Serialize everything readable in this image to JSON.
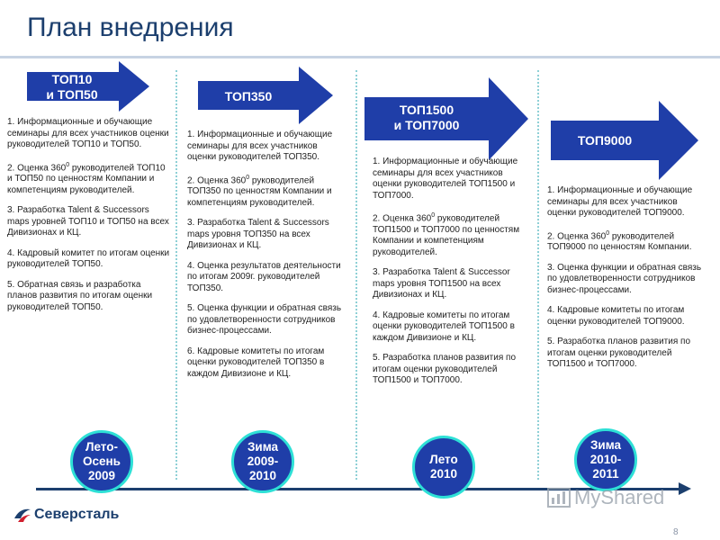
{
  "title": "План внедрения",
  "arrows": [
    "ТОП10\nи ТОП50",
    "ТОП350",
    "ТОП1500\nи ТОП7000",
    "ТОП9000"
  ],
  "columns": [
    [
      [
        "1. Информационные и обучающие семинары для всех участников оценки руководителей ТОП10 и ТОП50."
      ],
      [
        "2. Оценка 360",
        "0",
        " руководителей ТОП10 и ТОП50 по ценностям Компании и компетенциям руководителей."
      ],
      [
        "3. Разработка Talent & Successors maps уровней ТОП10 и ТОП50 на всех Дивизионах и КЦ."
      ],
      [
        "4. Кадровый комитет по итогам оценки руководителей ТОП50."
      ],
      [
        "5. Обратная связь и разработка планов развития по итогам оценки руководителей ТОП50."
      ]
    ],
    [
      [
        "1. Информационные и обучающие семинары для всех участников оценки руководителей ТОП350."
      ],
      [
        "2. Оценка 360",
        "0",
        " руководителей ТОП350 по ценностям Компании и компетенциям руководителей."
      ],
      [
        "3. Разработка Talent & Successors maps уровня ТОП350 на всех Дивизионах и КЦ."
      ],
      [
        "4. Оценка результатов деятельности по итогам 2009г. руководителей ТОП350."
      ],
      [
        "5. Оценка функции и обратная связь по удовлетворенности сотрудников бизнес-процессами."
      ],
      [
        "6. Кадровые комитеты по итогам оценки руководителей ТОП350 в каждом Дивизионе и КЦ."
      ]
    ],
    [
      [
        "1. Информационные и обучающие семинары для всех участников оценки руководителей ТОП1500 и ТОП7000."
      ],
      [
        "2. Оценка 360",
        "0",
        " руководителей ТОП1500 и ТОП7000 по ценностям Компании и компетенциям руководителей."
      ],
      [
        "3. Разработка Talent & Successor maps уровня ТОП1500 на всех Дивизионах и КЦ."
      ],
      [
        "4. Кадровые комитеты по итогам оценки руководителей ТОП1500 в каждом Дивизионе и КЦ."
      ],
      [
        "5. Разработка планов развития по итогам оценки руководителей ТОП1500 и ТОП7000."
      ]
    ],
    [
      [
        "1. Информационные и обучающие семинары для всех участников оценки руководителей ТОП9000."
      ],
      [
        "2. Оценка 360",
        "0",
        " руководителей ТОП9000 по ценностям Компании."
      ],
      [
        "3. Оценка функции и обратная связь по удовлетворенности сотрудников бизнес-процессами."
      ],
      [
        "4. Кадровые комитеты по итогам оценки руководителей ТОП9000."
      ],
      [
        "5. Разработка планов развития по итогам оценки руководителей ТОП1500 и ТОП7000."
      ]
    ]
  ],
  "circles": [
    "Лето-\nОсень\n2009",
    "Зима\n2009-\n2010",
    "Лето\n2010",
    "Зима\n2010-\n2011"
  ],
  "logo": "Северсталь",
  "watermark": "MyShared",
  "page_number": "8",
  "colors": {
    "arrow": "#1f3ea8",
    "circle_border": "#2ee0d6",
    "title": "#1c3f6e",
    "divider": "#8fd0d6"
  }
}
